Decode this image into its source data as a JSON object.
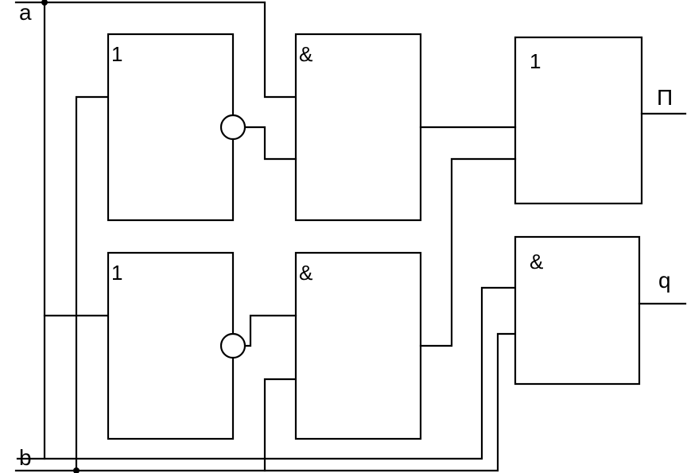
{
  "inputs": {
    "a": "a",
    "b": "b"
  },
  "outputs": {
    "p": "П",
    "q": "q"
  },
  "gates": {
    "inv_top": "1",
    "and_top": "&",
    "inv_bottom": "1",
    "and_bottom": "&",
    "or_out": "1",
    "and_out": "&"
  },
  "colors": {
    "line": "#000000",
    "background": "#ffffff"
  }
}
